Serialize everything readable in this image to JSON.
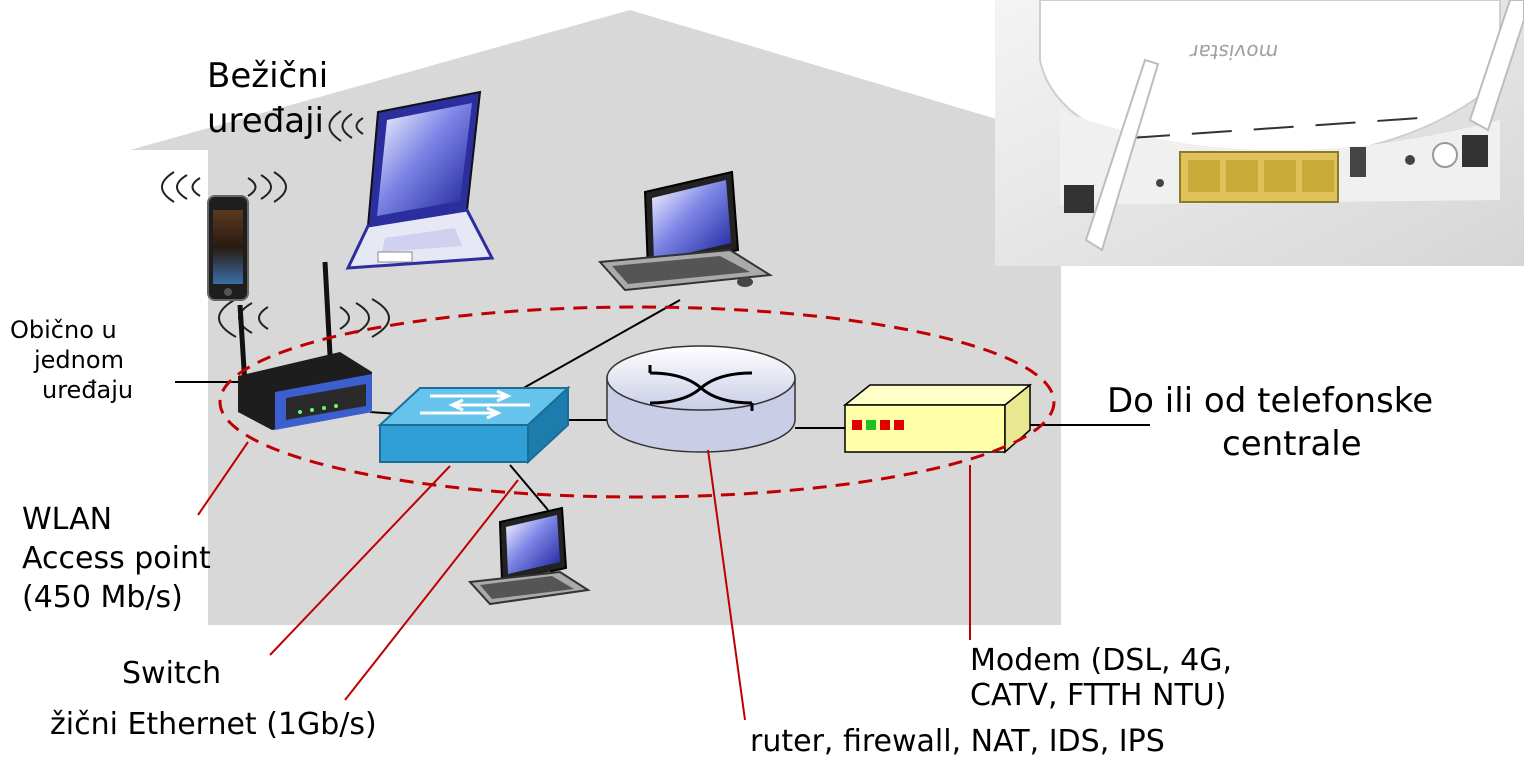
{
  "labels": {
    "wireless_devices_line1": "Bežični",
    "wireless_devices_line2": "uređaji",
    "combined_line1": "Obično u",
    "combined_line2": "jednom",
    "combined_line3": "uređaju",
    "telco_line1": "Do ili od telefonske",
    "telco_line2": "centrale",
    "wlan_line1": "WLAN",
    "wlan_line2": "Access point",
    "wlan_line3": "(450 Mb/s)",
    "switch": "Switch",
    "wired_ethernet": "žični Ethernet (1Gb/s)",
    "modem_line1": "Modem (DSL, 4G,",
    "modem_line2": "CATV, FTTH NTU)",
    "router": "ruter, firewall, NAT, IDS, IPS"
  },
  "photo": {
    "brand_text": "movistar"
  },
  "colors": {
    "house": "#d8d8d8",
    "annotation_line": "#c00000",
    "dashed_ellipse": "#c00000",
    "switch_blue": "#2f9fd6",
    "modem_yellow": "#ffffa8",
    "router_fill": "#eceef8",
    "led_red": "#e00000",
    "led_green": "#20c020"
  }
}
